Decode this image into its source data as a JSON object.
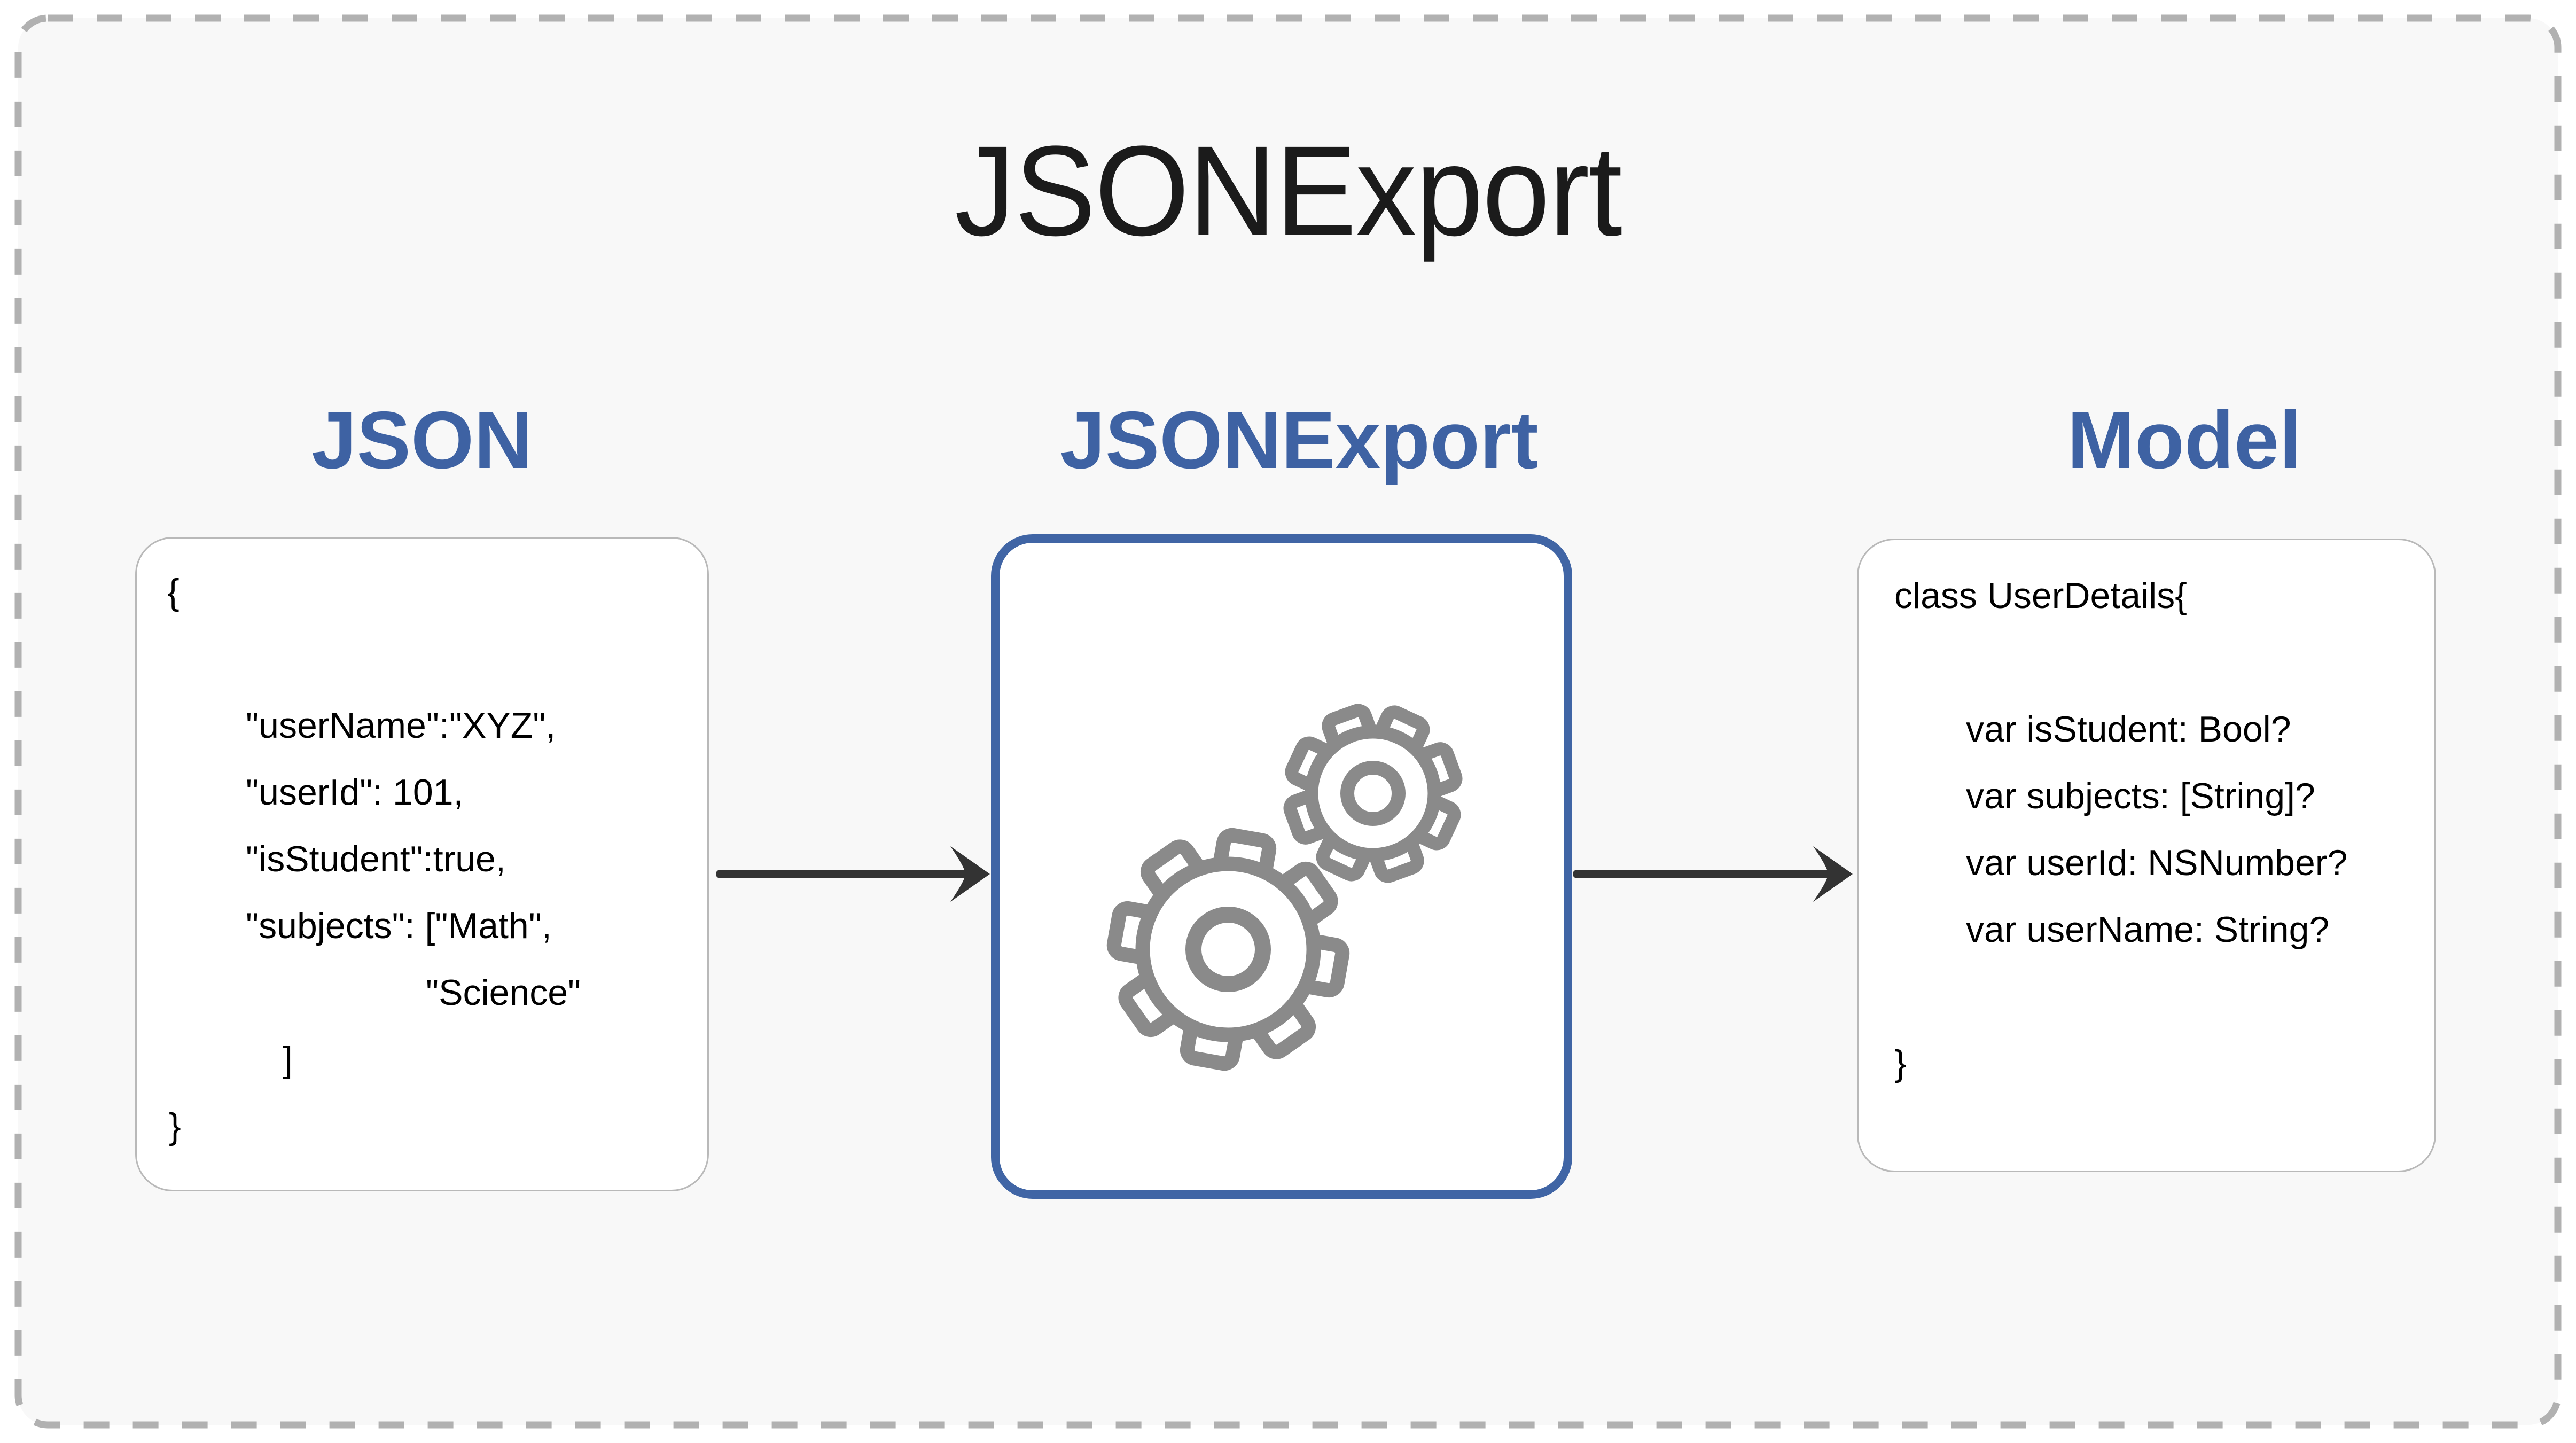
{
  "title": "JSONExport",
  "columns": {
    "source": {
      "label": "JSON"
    },
    "converter": {
      "label": "JSONExport"
    },
    "output": {
      "label": "Model"
    }
  },
  "json_box": {
    "lines": [
      "{",
      "",
      "\"userName\":\"XYZ\",",
      "\"userId\": 101,",
      "\"isStudent\":true,",
      "\"subjects\": [\"Math\",",
      "\"Science\"",
      "]",
      "}"
    ]
  },
  "model_box": {
    "lines": [
      "class UserDetails{",
      "",
      "var isStudent: Bool?",
      "var subjects: [String]?",
      "var userId: NSNumber?",
      "var userName: String?",
      "",
      "}"
    ]
  },
  "icons": {
    "converter": "gears-icon",
    "flow": "right-arrow-icon"
  },
  "colors": {
    "accent_blue": "#3e62a3",
    "box_border_blue": "#4065a5",
    "gear_gray": "#8a8a8a",
    "arrow_dark": "#333333",
    "dash_border_gray": "#b1b1b1",
    "inner_background": "#f8f8f8"
  }
}
